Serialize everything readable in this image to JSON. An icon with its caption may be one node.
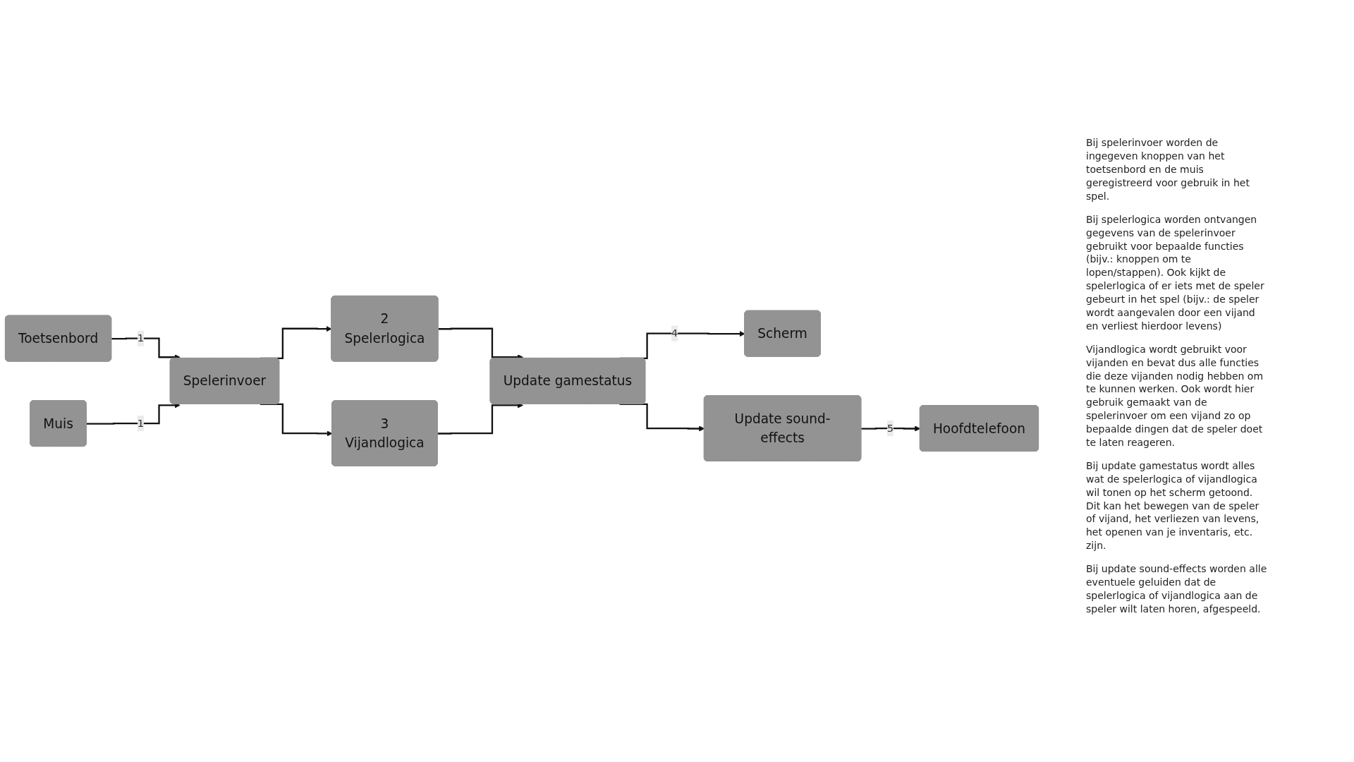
{
  "diagram": {
    "nodes": [
      {
        "text": [
          "Toetsenbord"
        ]
      },
      {
        "text": [
          "Muis"
        ]
      },
      {
        "text": [
          "Spelerinvoer"
        ]
      },
      {
        "text": [
          "2",
          "Spelerlogica"
        ]
      },
      {
        "text": [
          "3",
          "Vijandlogica"
        ]
      },
      {
        "text": [
          "Update gamestatus"
        ]
      },
      {
        "text": [
          "Scherm"
        ]
      },
      {
        "text": [
          "Update sound-effects"
        ]
      },
      {
        "text": [
          "Hoofdtelefoon"
        ]
      }
    ],
    "edges": [
      {
        "from": 0,
        "to": 2,
        "arrow": "to",
        "label": "1"
      },
      {
        "from": 1,
        "to": 2,
        "arrow": "to",
        "label": "1"
      },
      {
        "from": 2,
        "to": 3,
        "arrow": "to"
      },
      {
        "from": 2,
        "to": 4,
        "arrow": "to"
      },
      {
        "from": 3,
        "to": 5,
        "arrow": "to"
      },
      {
        "from": 4,
        "to": 5,
        "arrow": "to"
      },
      {
        "from": 5,
        "to": 6,
        "arrow": "to",
        "label": "4"
      },
      {
        "from": 5,
        "to": 7,
        "arrow": "to"
      },
      {
        "from": 7,
        "to": 8,
        "arrow": "to",
        "label": "5"
      }
    ],
    "labels": [
      "Bij spelerinvoer worden de ingegeven knoppen van het toetsenbord en de muis geregistreerd voor gebruik in het spel.",
      "Bij spelerlogica worden ontvangen gegevens van de spelerinvoer gebruikt voor bepaalde functies (bijv.: knoppen om te lopen/stappen). Ook kijkt de spelerlogica of er iets met de speler gebeurt in het spel (bijv.: de speler wordt aangevalen door een vijand en verliest hierdoor levens)",
      "Vijandlogica wordt gebruikt voor vijanden en bevat dus alle functies die deze vijanden nodig hebben om te kunnen werken. Ook wordt hier gebruik gemaakt van de spelerinvoer om een vijand zo op bepaalde dingen dat de speler doet te laten reageren.",
      "Bij update gamestatus wordt alles wat de spelerlogica of vijandlogica  wil tonen op het scherm getoond. Dit kan het bewegen van de speler of vijand, het verliezen van levens, het openen van je inventaris, etc. zijn.",
      "Bij update sound-effects worden alle eventuele geluiden dat de spelerlogica of vijandlogica aan de speler wilt laten horen, afgespeeld."
    ]
  }
}
